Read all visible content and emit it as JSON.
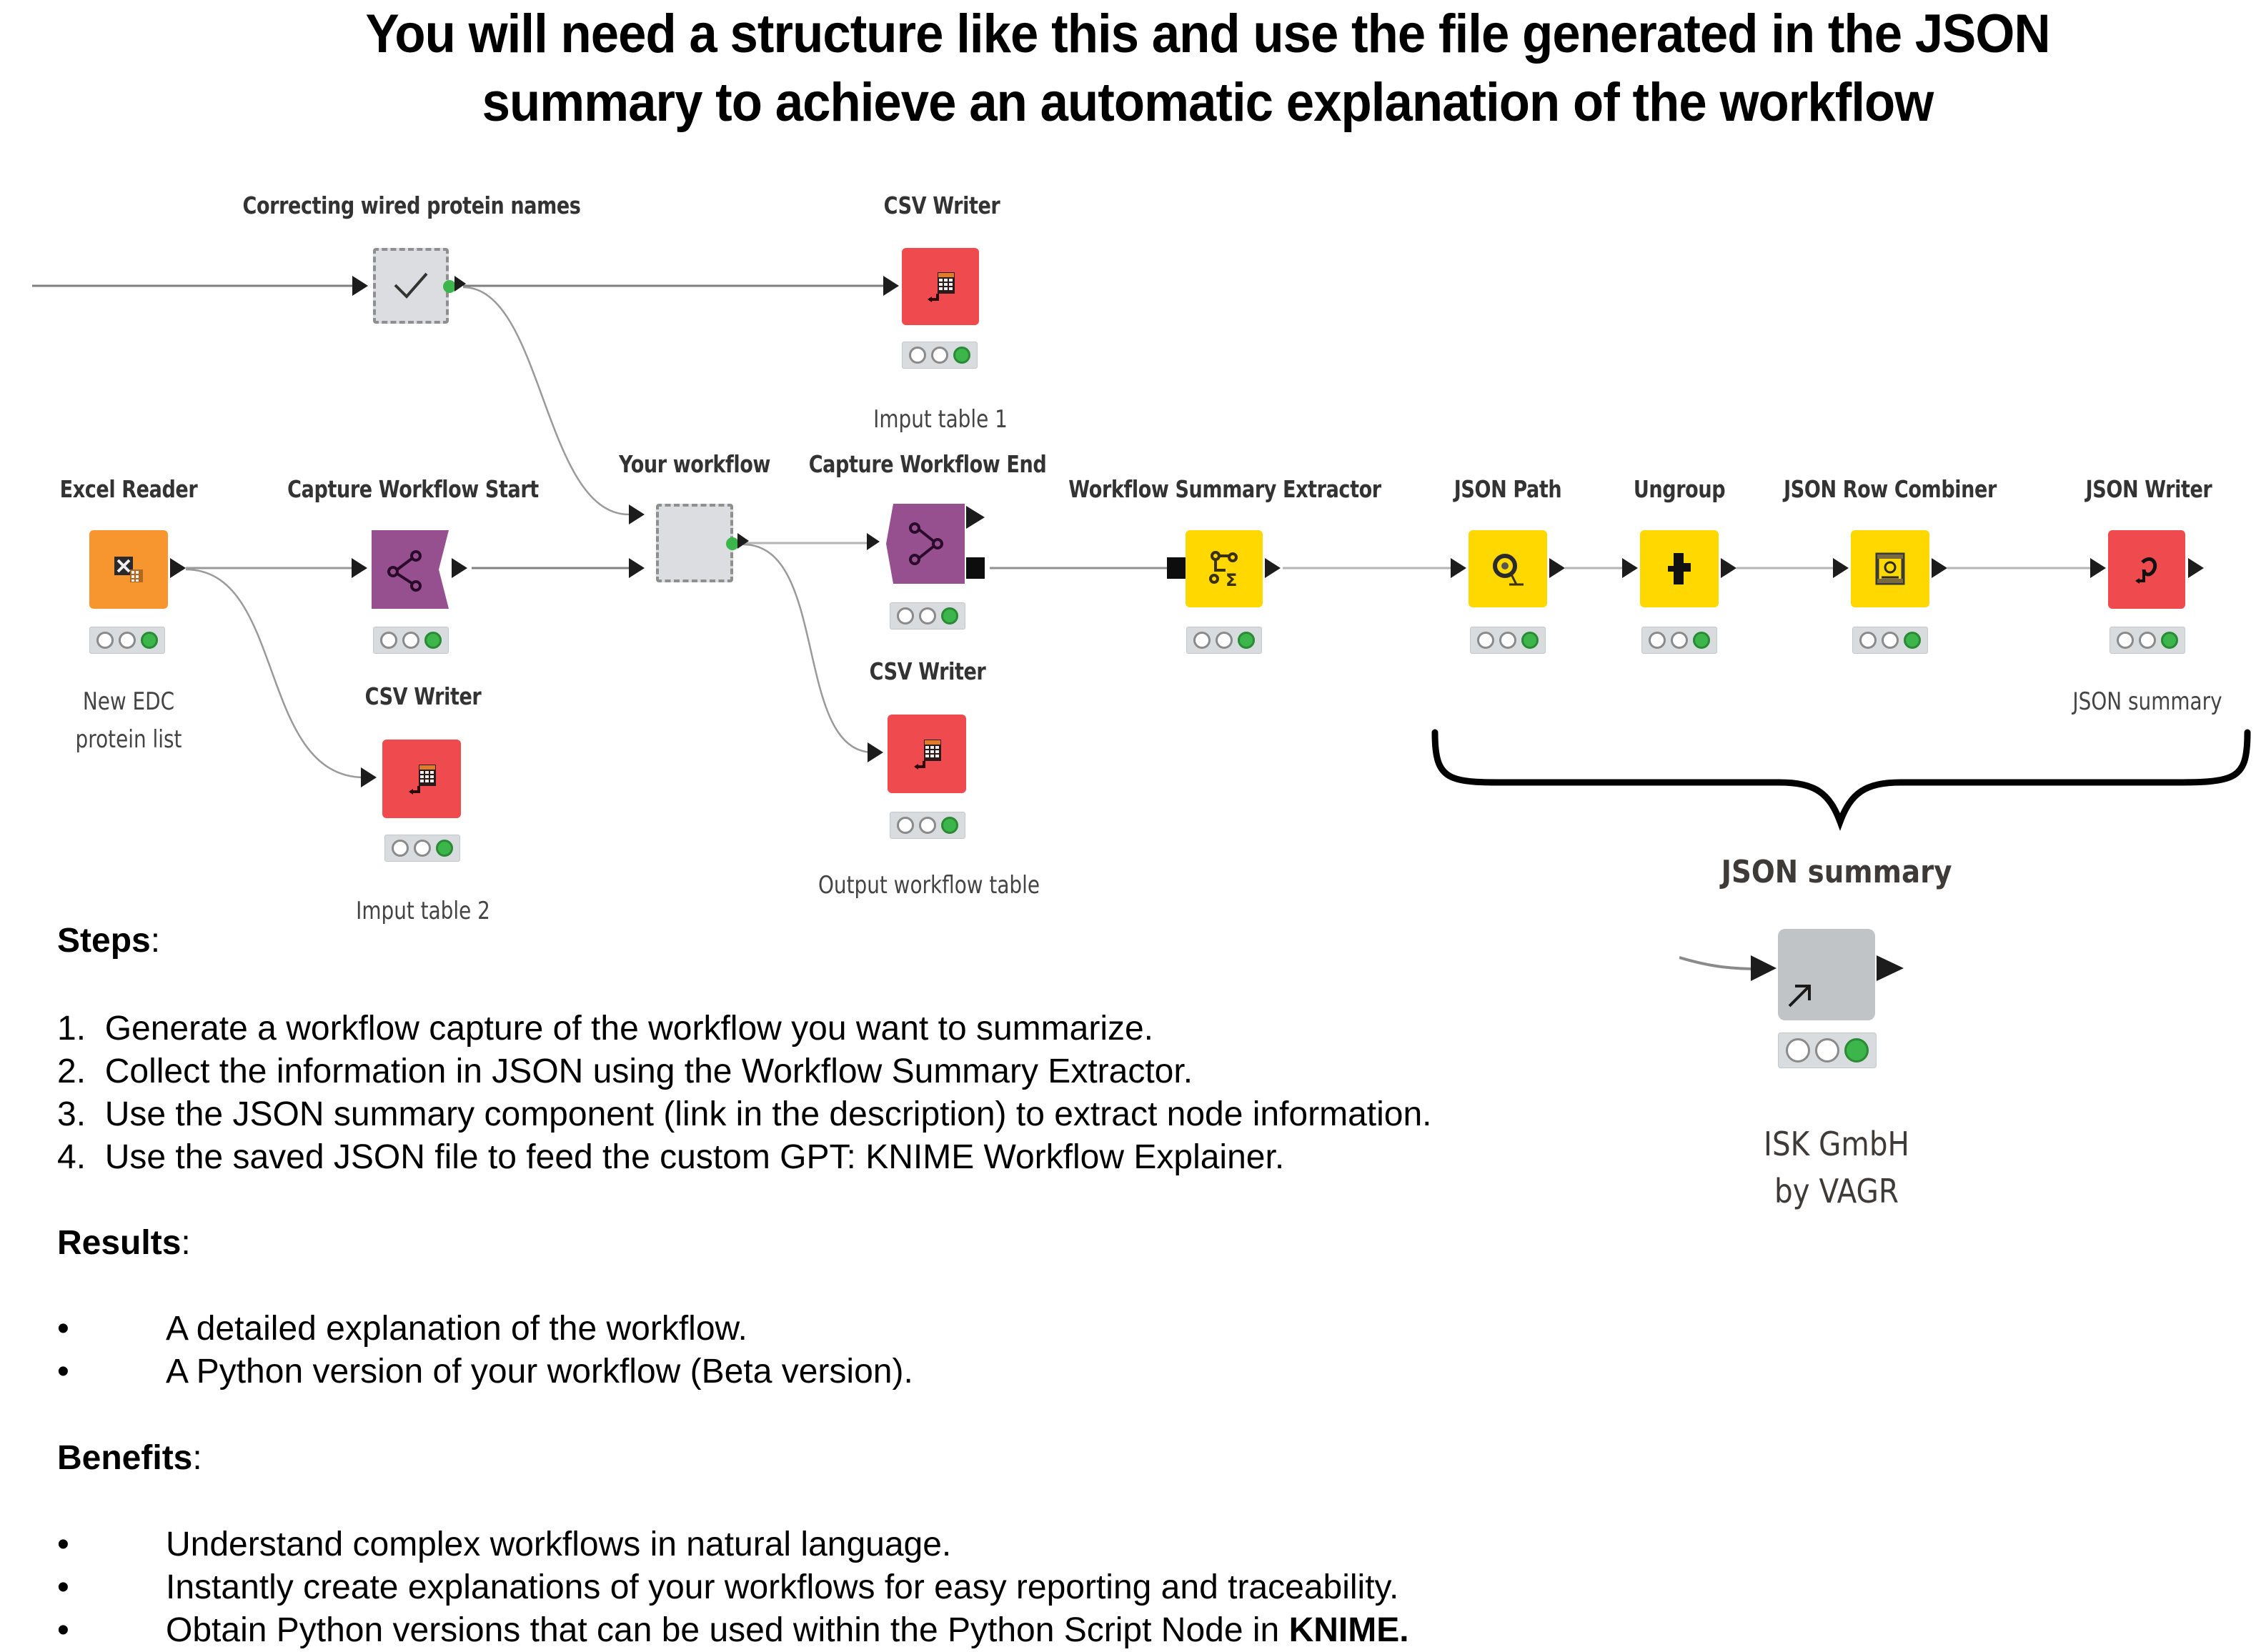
{
  "title": {
    "line1": "You will need a structure like this and use the file generated in the JSON",
    "line2": "summary to achieve an automatic explanation of the workflow"
  },
  "workflow": {
    "nodes": [
      {
        "id": "correcting",
        "name": "Correcting wired protein names",
        "type": "metanode",
        "icon": "check-icon",
        "color": "#dcdde0",
        "status": "executed"
      },
      {
        "id": "csv_writer_1",
        "name": "CSV Writer",
        "annotation": "Imput table 1",
        "type": "sink",
        "icon": "csv-writer-icon",
        "color": "#ef4b4f",
        "status": "executed"
      },
      {
        "id": "excel_reader",
        "name": "Excel Reader",
        "annotation_lines": [
          "New EDC",
          "protein list"
        ],
        "type": "source",
        "icon": "excel-reader-icon",
        "color": "#f7962e",
        "status": "executed"
      },
      {
        "id": "capture_start",
        "name": "Capture Workflow Start",
        "type": "scope-start",
        "icon": "capture-start-icon",
        "color": "#96508f",
        "status": "executed"
      },
      {
        "id": "csv_writer_2",
        "name": "CSV Writer",
        "annotation": "Imput table 2",
        "type": "sink",
        "icon": "csv-writer-icon",
        "color": "#ef4b4f",
        "status": "executed"
      },
      {
        "id": "your_workflow",
        "name": "Your workflow",
        "type": "metanode",
        "icon": "metanode-icon",
        "color": "#dcdde0",
        "status": "executed"
      },
      {
        "id": "capture_end",
        "name": "Capture Workflow End",
        "type": "scope-end",
        "icon": "capture-end-icon",
        "color": "#96508f",
        "status": "executed"
      },
      {
        "id": "csv_writer_3",
        "name": "CSV Writer",
        "annotation": "Output workflow table",
        "type": "sink",
        "icon": "csv-writer-icon",
        "color": "#ef4b4f",
        "status": "executed"
      },
      {
        "id": "wse",
        "name": "Workflow Summary Extractor",
        "type": "manipulator",
        "icon": "workflow-summary-icon",
        "color": "#ffd800",
        "status": "executed"
      },
      {
        "id": "json_path",
        "name": "JSON Path",
        "type": "manipulator",
        "icon": "json-path-icon",
        "color": "#ffd800",
        "status": "executed"
      },
      {
        "id": "ungroup",
        "name": "Ungroup",
        "type": "manipulator",
        "icon": "ungroup-icon",
        "color": "#ffd800",
        "status": "executed"
      },
      {
        "id": "json_row_combiner",
        "name": "JSON Row Combiner",
        "type": "manipulator",
        "icon": "json-row-combiner-icon",
        "color": "#ffd800",
        "status": "executed"
      },
      {
        "id": "json_writer",
        "name": "JSON Writer",
        "annotation": "JSON summary",
        "type": "sink",
        "icon": "json-writer-icon",
        "color": "#ef4b4f",
        "status": "executed"
      }
    ]
  },
  "component": {
    "name": "JSON summary",
    "type": "component",
    "icon": "link-arrow-icon",
    "color": "#c1c4c7",
    "status": "executed",
    "author_lines": [
      "ISK GmbH",
      "by VAGR"
    ]
  },
  "steps": {
    "heading": "Steps",
    "items": [
      "Generate a workflow capture of the workflow you want to summarize.",
      "Collect the information in JSON using the Workflow Summary Extractor.",
      "Use the JSON summary component (link in the description) to extract node information.",
      "Use the saved JSON file to feed the custom GPT: KNIME Workflow Explainer."
    ]
  },
  "results": {
    "heading": "Results",
    "items": [
      "A detailed explanation of the workflow.",
      "A Python version of your workflow (Beta version)."
    ]
  },
  "benefits": {
    "heading": "Benefits",
    "items": [
      "Understand complex workflows in natural language.",
      "Instantly create explanations of your workflows for easy reporting and traceability.",
      {
        "text": "Obtain Python versions that can be used within the Python Script Node in ",
        "bold": "KNIME."
      }
    ]
  },
  "colors": {
    "status_green": "#3cb54a",
    "sink_red": "#ef4b4f",
    "manipulator_yellow": "#ffd800",
    "source_orange": "#f7962e",
    "flow_purple": "#96508f",
    "metanode_gray": "#dcdde0"
  }
}
